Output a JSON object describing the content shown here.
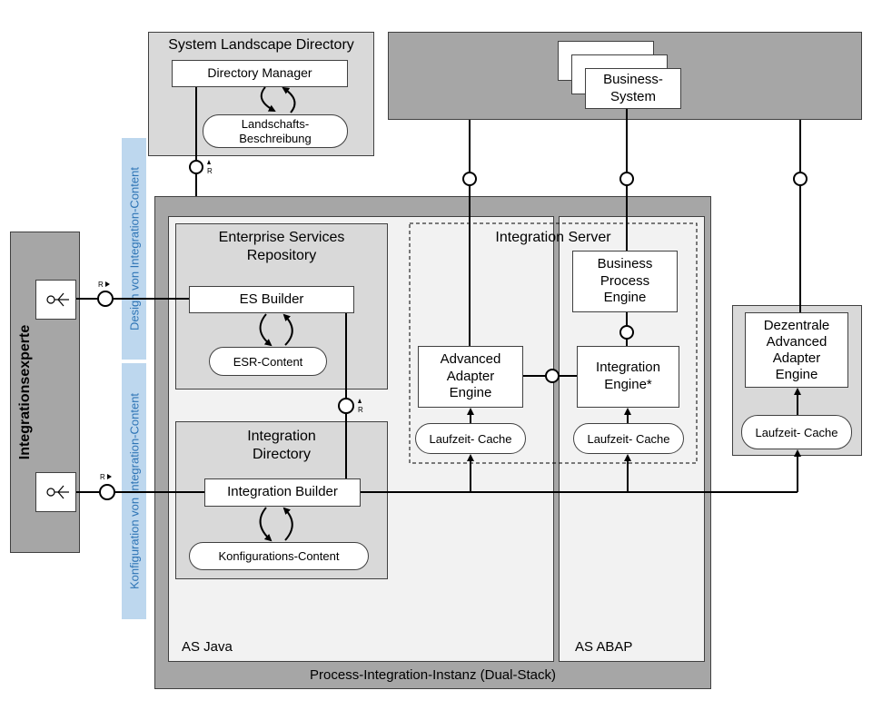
{
  "sld": {
    "title": "System Landscape Directory",
    "directory_manager": "Directory Manager",
    "landscape_line1": "Landschafts-",
    "landscape_line2": "Beschreibung"
  },
  "business_system": {
    "line1": "Business-",
    "line2": "System"
  },
  "integration_expert": "Integrationsexperte",
  "side_labels": {
    "design": "Design von Integration-Content",
    "config": "Konfiguration von Integration-Content"
  },
  "esr": {
    "title_line1": "Enterprise Services",
    "title_line2": "Repository",
    "builder": "ES Builder",
    "content": "ESR-Content"
  },
  "id": {
    "title_line1": "Integration",
    "title_line2": "Directory",
    "builder": "Integration Builder",
    "content": "Konfigurations-Content"
  },
  "integration_server": "Integration Server",
  "aae": {
    "line1": "Advanced",
    "line2": "Adapter",
    "line3": "Engine"
  },
  "bpe": {
    "line1": "Business",
    "line2": "Process",
    "line3": "Engine"
  },
  "ie": {
    "line1": "Integration",
    "line2": "Engine*"
  },
  "cache_label": "Laufzeit- Cache",
  "dezentral": {
    "line1": "Dezentrale",
    "line2": "Advanced",
    "line3": "Adapter",
    "line4": "Engine"
  },
  "as_java": "AS Java",
  "as_abap": "AS ABAP",
  "instance_title": "Process-Integration-Instanz (Dual-Stack)",
  "r_marker": "R"
}
